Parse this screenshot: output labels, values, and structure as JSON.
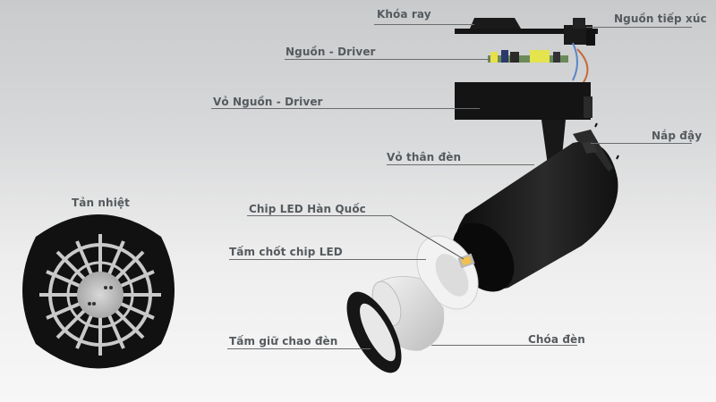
{
  "diagram": {
    "type": "exploded-view product diagram",
    "subject": "LED track light",
    "colors": {
      "background_top": "#c9cacc",
      "background_bottom": "#f7f7f7",
      "label_text": "#555a5e",
      "leader_line": "#6a6d70",
      "body": "#1a1a1a",
      "chip": "#f0c050"
    },
    "labels": {
      "track_lock": "Khóa ray",
      "contact_power": "Nguồn tiếp xúc",
      "driver": "Nguồn - Driver",
      "driver_housing": "Vỏ Nguồn - Driver",
      "end_cap": "Nắp đậy",
      "body_housing": "Vỏ thân đèn",
      "heat_sink": "Tản nhiệt",
      "led_chip": "Chip LED Hàn Quốc",
      "chip_holder": "Tấm chốt chip LED",
      "reflector_holder": "Tấm giữ chao đèn",
      "reflector": "Chóa đèn"
    }
  }
}
